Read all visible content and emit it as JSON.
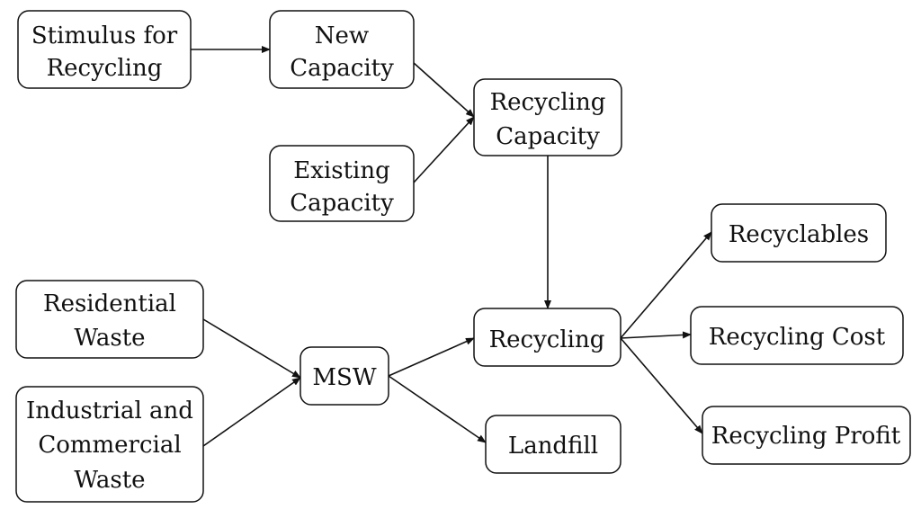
{
  "nodes": {
    "stimulus": {
      "lines": [
        "Stimulus for",
        "Recycling"
      ]
    },
    "new_capacity": {
      "lines": [
        "New",
        "Capacity"
      ]
    },
    "existing_capacity": {
      "lines": [
        "Existing",
        "Capacity"
      ]
    },
    "recycling_capacity": {
      "lines": [
        "Recycling",
        "Capacity"
      ]
    },
    "residential_waste": {
      "lines": [
        "Residential",
        "Waste"
      ]
    },
    "industrial_waste": {
      "lines": [
        "Industrial and",
        "Commercial",
        "Waste"
      ]
    },
    "msw": {
      "lines": [
        "MSW"
      ]
    },
    "recycling": {
      "lines": [
        "Recycling"
      ]
    },
    "landfill": {
      "lines": [
        "Landfill"
      ]
    },
    "recyclables": {
      "lines": [
        "Recyclables"
      ]
    },
    "recycling_cost": {
      "lines": [
        "Recycling Cost"
      ]
    },
    "recycling_profit": {
      "lines": [
        "Recycling Profit"
      ]
    }
  },
  "edges": [
    {
      "from": "stimulus",
      "to": "new_capacity"
    },
    {
      "from": "new_capacity",
      "to": "recycling_capacity"
    },
    {
      "from": "existing_capacity",
      "to": "recycling_capacity"
    },
    {
      "from": "recycling_capacity",
      "to": "recycling"
    },
    {
      "from": "residential_waste",
      "to": "msw"
    },
    {
      "from": "industrial_waste",
      "to": "msw"
    },
    {
      "from": "msw",
      "to": "recycling"
    },
    {
      "from": "msw",
      "to": "landfill"
    },
    {
      "from": "recycling",
      "to": "recyclables"
    },
    {
      "from": "recycling",
      "to": "recycling_cost"
    },
    {
      "from": "recycling",
      "to": "recycling_profit"
    }
  ],
  "colors": {
    "stroke": "#111111",
    "fill": "#ffffff",
    "text": "#111111"
  }
}
